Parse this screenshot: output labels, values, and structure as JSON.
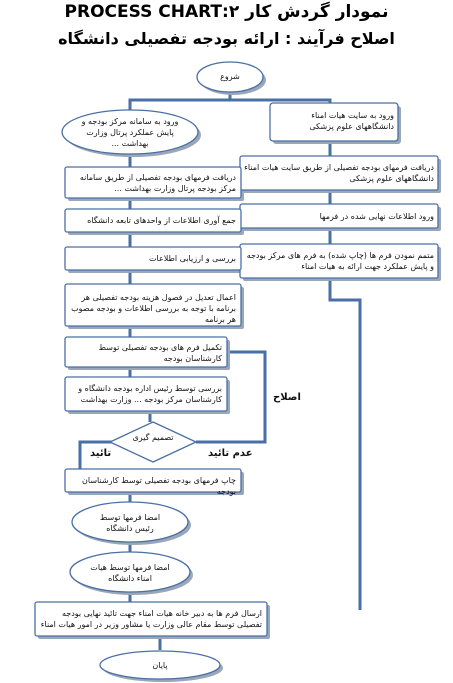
{
  "title": {
    "line1": "نمودار گردش کار ۲:PROCESS CHART",
    "line2": "اصلاح فرآیند : ارائه بودجه تفصیلی دانشگاه"
  },
  "nodes": {
    "start": "شروع",
    "right_1": "ورود به سایت هیات امناء دانشگاههای علوم پزشکی",
    "right_2": "دریافت فرمهای بودجه تفصیلی از طریق سایت هیات امناء دانشگاههای علوم پزشکی",
    "right_3": "ورود اطلاعات نهایی شده در فرمها",
    "right_4": "متمم نمودن فرم ها (چاپ شده) به فرم های مرکز بودجه و پایش عملکرد جهت ارائه به هیات امناء",
    "left_1": "ورود به سامانه مرکز بودجه و پایش عملکرد پرتال وزارت بهداشت ...",
    "left_2": "دریافت فرمهای بودجه تفصیلی از طریق سامانه مرکز بودجه پرتال وزارت بهداشت ...",
    "left_3": "جمع آوری اطلاعات از واحدهای تابعه دانشگاه",
    "left_4": "بررسی و ارزیابی اطلاعات",
    "left_5": "اعمال تعدیل در فصول هزینه بودجه تفصیلی هر برنامه با توجه به بررسی اطلاعات و بودجه مصوب هر برنامه",
    "left_6": "تکمیل فرم های بودجه تفصیلی توسط کارشناسان بودجه",
    "left_7": "بررسی توسط رئیس اداره بودجه دانشگاه و کارشناسان مرکز بودجه ... وزارت بهداشت",
    "decision": "تصمیم گیری",
    "print": "چاپ فرمهای بودجه تفصیلی توسط کارشناسان بودجه",
    "sign_1": "امضا فرمها توسط رئیس دانشگاه",
    "sign_2": "امضا فرمها توسط هیات امناء دانشگاه",
    "send": "ارسال فرم ها به دبیر خانه هیات امناء جهت تائید نهایی بودجه تفصیلی توسط مقام عالی وزارت یا مشاور وزیر در امور هیات امناء",
    "end": "پایان"
  },
  "labels": {
    "approve": "تائید",
    "reject": "عدم تائید",
    "revise": "اصلاح"
  },
  "colors": {
    "line": "#4a6fa5",
    "fill": "#ffffff",
    "shadow": "#9aa7b8"
  }
}
